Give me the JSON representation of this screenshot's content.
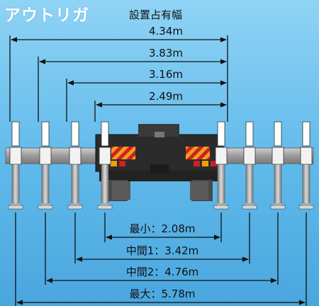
{
  "title": "アウトリガ",
  "subtitle": "設置占有幅",
  "upper_dimensions": [
    "4.34m",
    "3.83m",
    "3.16m",
    "2.49m"
  ],
  "lower_dimensions": [
    "最小：2.08m",
    "中間1：3.42m",
    "中間2：4.76m",
    "最大：5.78m"
  ],
  "colors": {
    "background": "#5fb9ea",
    "beam": "#a9a9a9",
    "truck_body": "#2b2b2b",
    "reflector_orange": "#f0a020",
    "reflector_red": "#d02020",
    "lamp_amber": "#f0a000"
  }
}
